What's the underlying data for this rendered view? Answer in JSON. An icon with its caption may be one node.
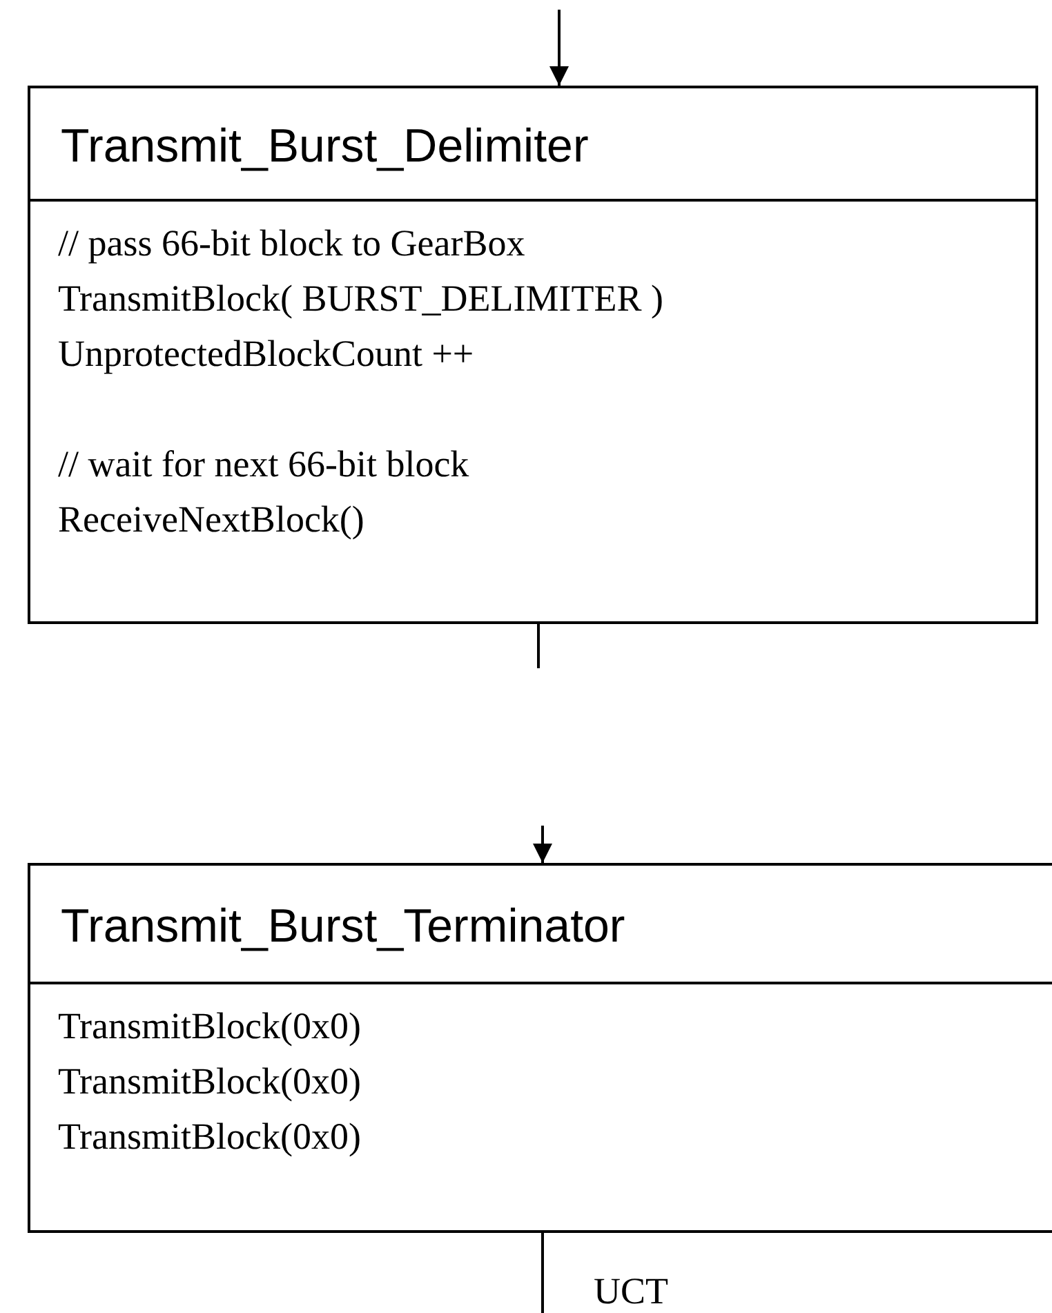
{
  "diagram": {
    "nodes": [
      {
        "text": [
          "Transmit_Burst_Delimiter",
          "// pass 66-bit block to GearBox",
          "TransmitBlock( BURST_DELIMITER )",
          "UnprotectedBlockCount ++",
          "// wait for next 66-bit block",
          "ReceiveNextBlock()"
        ]
      },
      {
        "text": [
          "Transmit_Burst_Terminator",
          "TransmitBlock(0x0)",
          "TransmitBlock(0x0)",
          "TransmitBlock(0x0)"
        ]
      }
    ],
    "edges": [
      {
        "from": null,
        "to": 0,
        "arrow": "to"
      },
      {
        "from": 0,
        "to": null,
        "arrow": "none"
      },
      {
        "from": null,
        "to": 1,
        "arrow": "to"
      },
      {
        "from": 1,
        "to": null,
        "arrow": "none",
        "label": "UCT"
      }
    ]
  }
}
